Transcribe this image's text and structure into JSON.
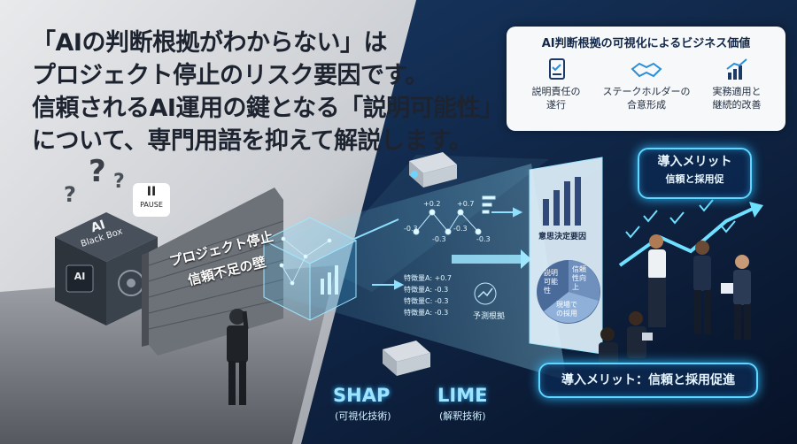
{
  "headline": {
    "line1": "「AIの判断根拠がわからない」は",
    "line2": "プロジェクト停止のリスク要因です。",
    "line3": "信頼されるAI運用の鍵となる「説明可能性」",
    "line4": "について、専門用語を抑えて解説します。"
  },
  "box": {
    "label_ai": "AI",
    "label_blackbox": "Black Box",
    "chip_label": "AI"
  },
  "pause": {
    "icon": "II",
    "label": "PAUSE"
  },
  "wall": {
    "line1": "プロジェクト停止",
    "line2": "信頼不足の壁"
  },
  "benefits_card": {
    "title": "AI判断根拠の可視化によるビジネス価値",
    "items": [
      {
        "line1": "説明責任の",
        "line2": "遂行",
        "icon": "checklist-icon"
      },
      {
        "line1": "ステークホルダーの",
        "line2": "合意形成",
        "icon": "handshake-icon"
      },
      {
        "line1": "実務適用と",
        "line2": "継続的改善",
        "icon": "growth-chart-icon"
      }
    ]
  },
  "merit_top": {
    "title": "導入メリット",
    "sub": "信頼と採用促"
  },
  "merit_bottom": {
    "text": "導入メリット：信頼と採用促進"
  },
  "tree": {
    "labels": [
      "+0.2",
      "+0.7",
      "-0.3",
      "-0.3",
      "-0.3",
      "-0.3"
    ]
  },
  "features": {
    "rows": [
      "特徴量A: +0.7",
      "特徴量A: -0.3",
      "特徴量C: -0.3",
      "特徴量A: -0.3"
    ],
    "prediction_label": "予測根拠"
  },
  "panel": {
    "chart_label": "意思決定要因",
    "pie_labels": [
      "説明可能性",
      "信頼性向上",
      "現場での採用"
    ]
  },
  "methods": {
    "shap": "SHAP",
    "shap_sub": "(可視化技術)",
    "lime": "LIME",
    "lime_sub": "(解釈技術)"
  },
  "colors": {
    "accent": "#5fd6ff",
    "dark_bg": "#0b1a33",
    "light_bg": "#d6d9de"
  }
}
